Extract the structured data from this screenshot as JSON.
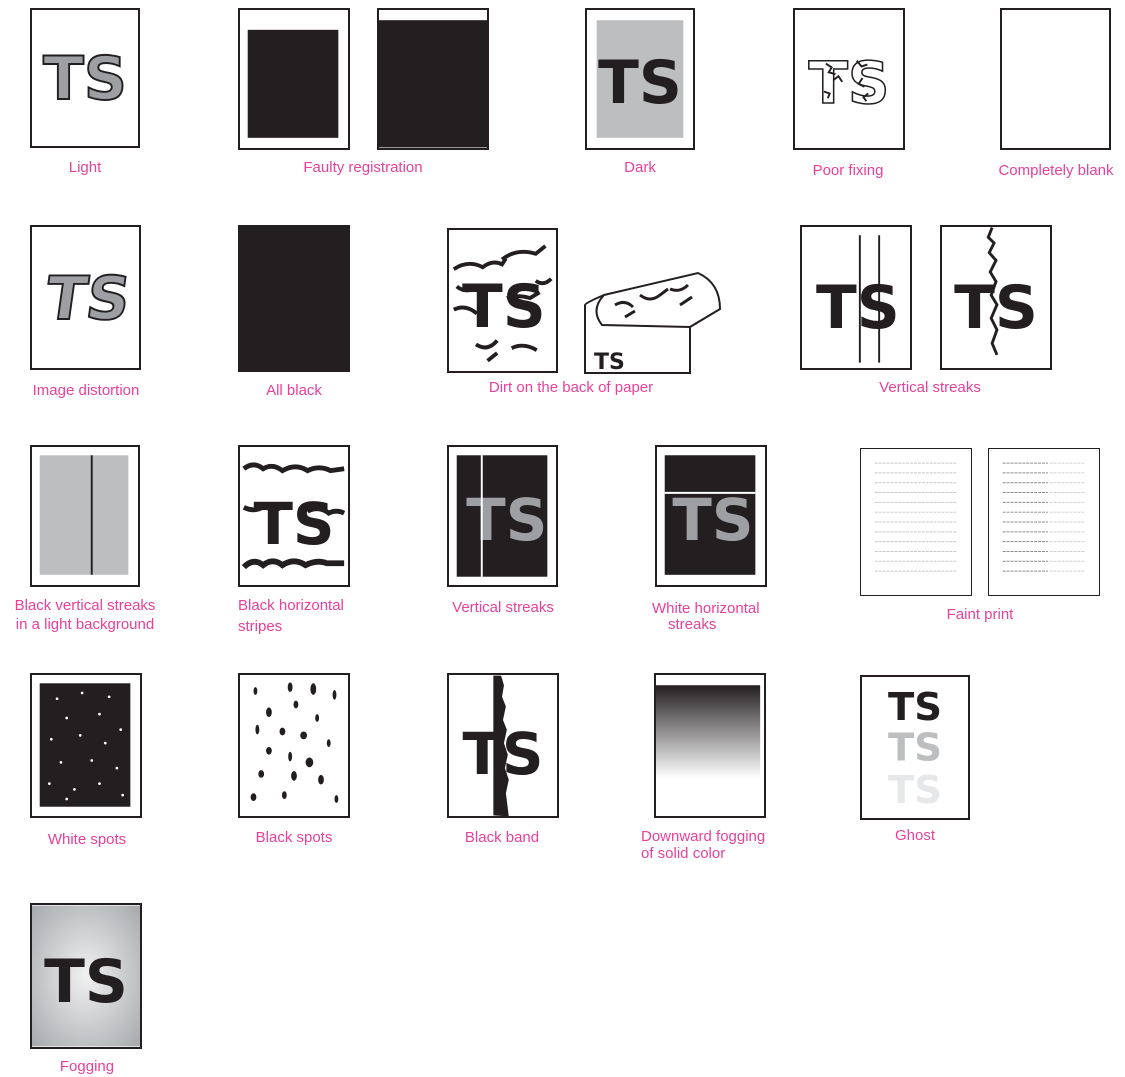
{
  "colors": {
    "label": "#e8419a",
    "ink": "#231f20",
    "mid_gray": "#9d9fa2",
    "light_gray": "#bcbec0"
  },
  "sample_text": "TS",
  "labels": {
    "light": "Light",
    "faulty_registration": "Faulty registration",
    "dark": "Dark",
    "poor_fixing": "Poor fixing",
    "completely_blank": "Completely blank",
    "image_distortion": "Image distortion",
    "all_black": "All black",
    "dirt_back": "Dirt on the back of paper",
    "vertical_streaks_top": "Vertical streaks",
    "black_vertical_streaks_1": "Black vertical streaks",
    "black_vertical_streaks_2": "in a light background",
    "black_horizontal_stripes_1": "Black horizontal",
    "black_horizontal_stripes_2": "stripes",
    "vertical_streaks_mid": "Vertical streaks",
    "white_horizontal_streaks_1": "White horizontal",
    "white_horizontal_streaks_2": "streaks",
    "faint_print": "Faint print",
    "white_spots": "White spots",
    "black_spots": "Black spots",
    "black_band": "Black band",
    "downward_fogging_1": "Downward fogging",
    "downward_fogging_2": "of solid color",
    "ghost": "Ghost",
    "fogging": "Fogging"
  }
}
